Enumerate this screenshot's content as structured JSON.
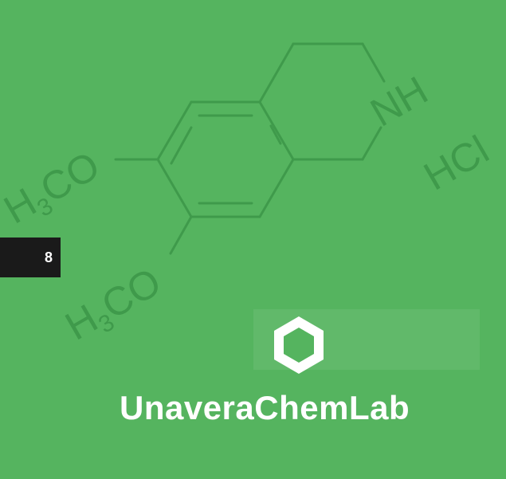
{
  "molecule": {
    "labels": {
      "methoxy_top": {
        "prefix": "H",
        "sub": "3",
        "suffix": "CO"
      },
      "methoxy_bottom": {
        "prefix": "H",
        "sub": "3",
        "suffix": "CO"
      },
      "amine": "NH",
      "salt": "HCl"
    }
  },
  "badge": {
    "number": "8"
  },
  "brand": {
    "name": "UnaveraChemLab"
  },
  "colors": {
    "background": "#55b45f",
    "structure": "#3f9a4b",
    "badge_bg": "#1a1a1a",
    "brand_text": "#ffffff"
  },
  "icons": {
    "logo": "hexagon-logo-icon"
  }
}
